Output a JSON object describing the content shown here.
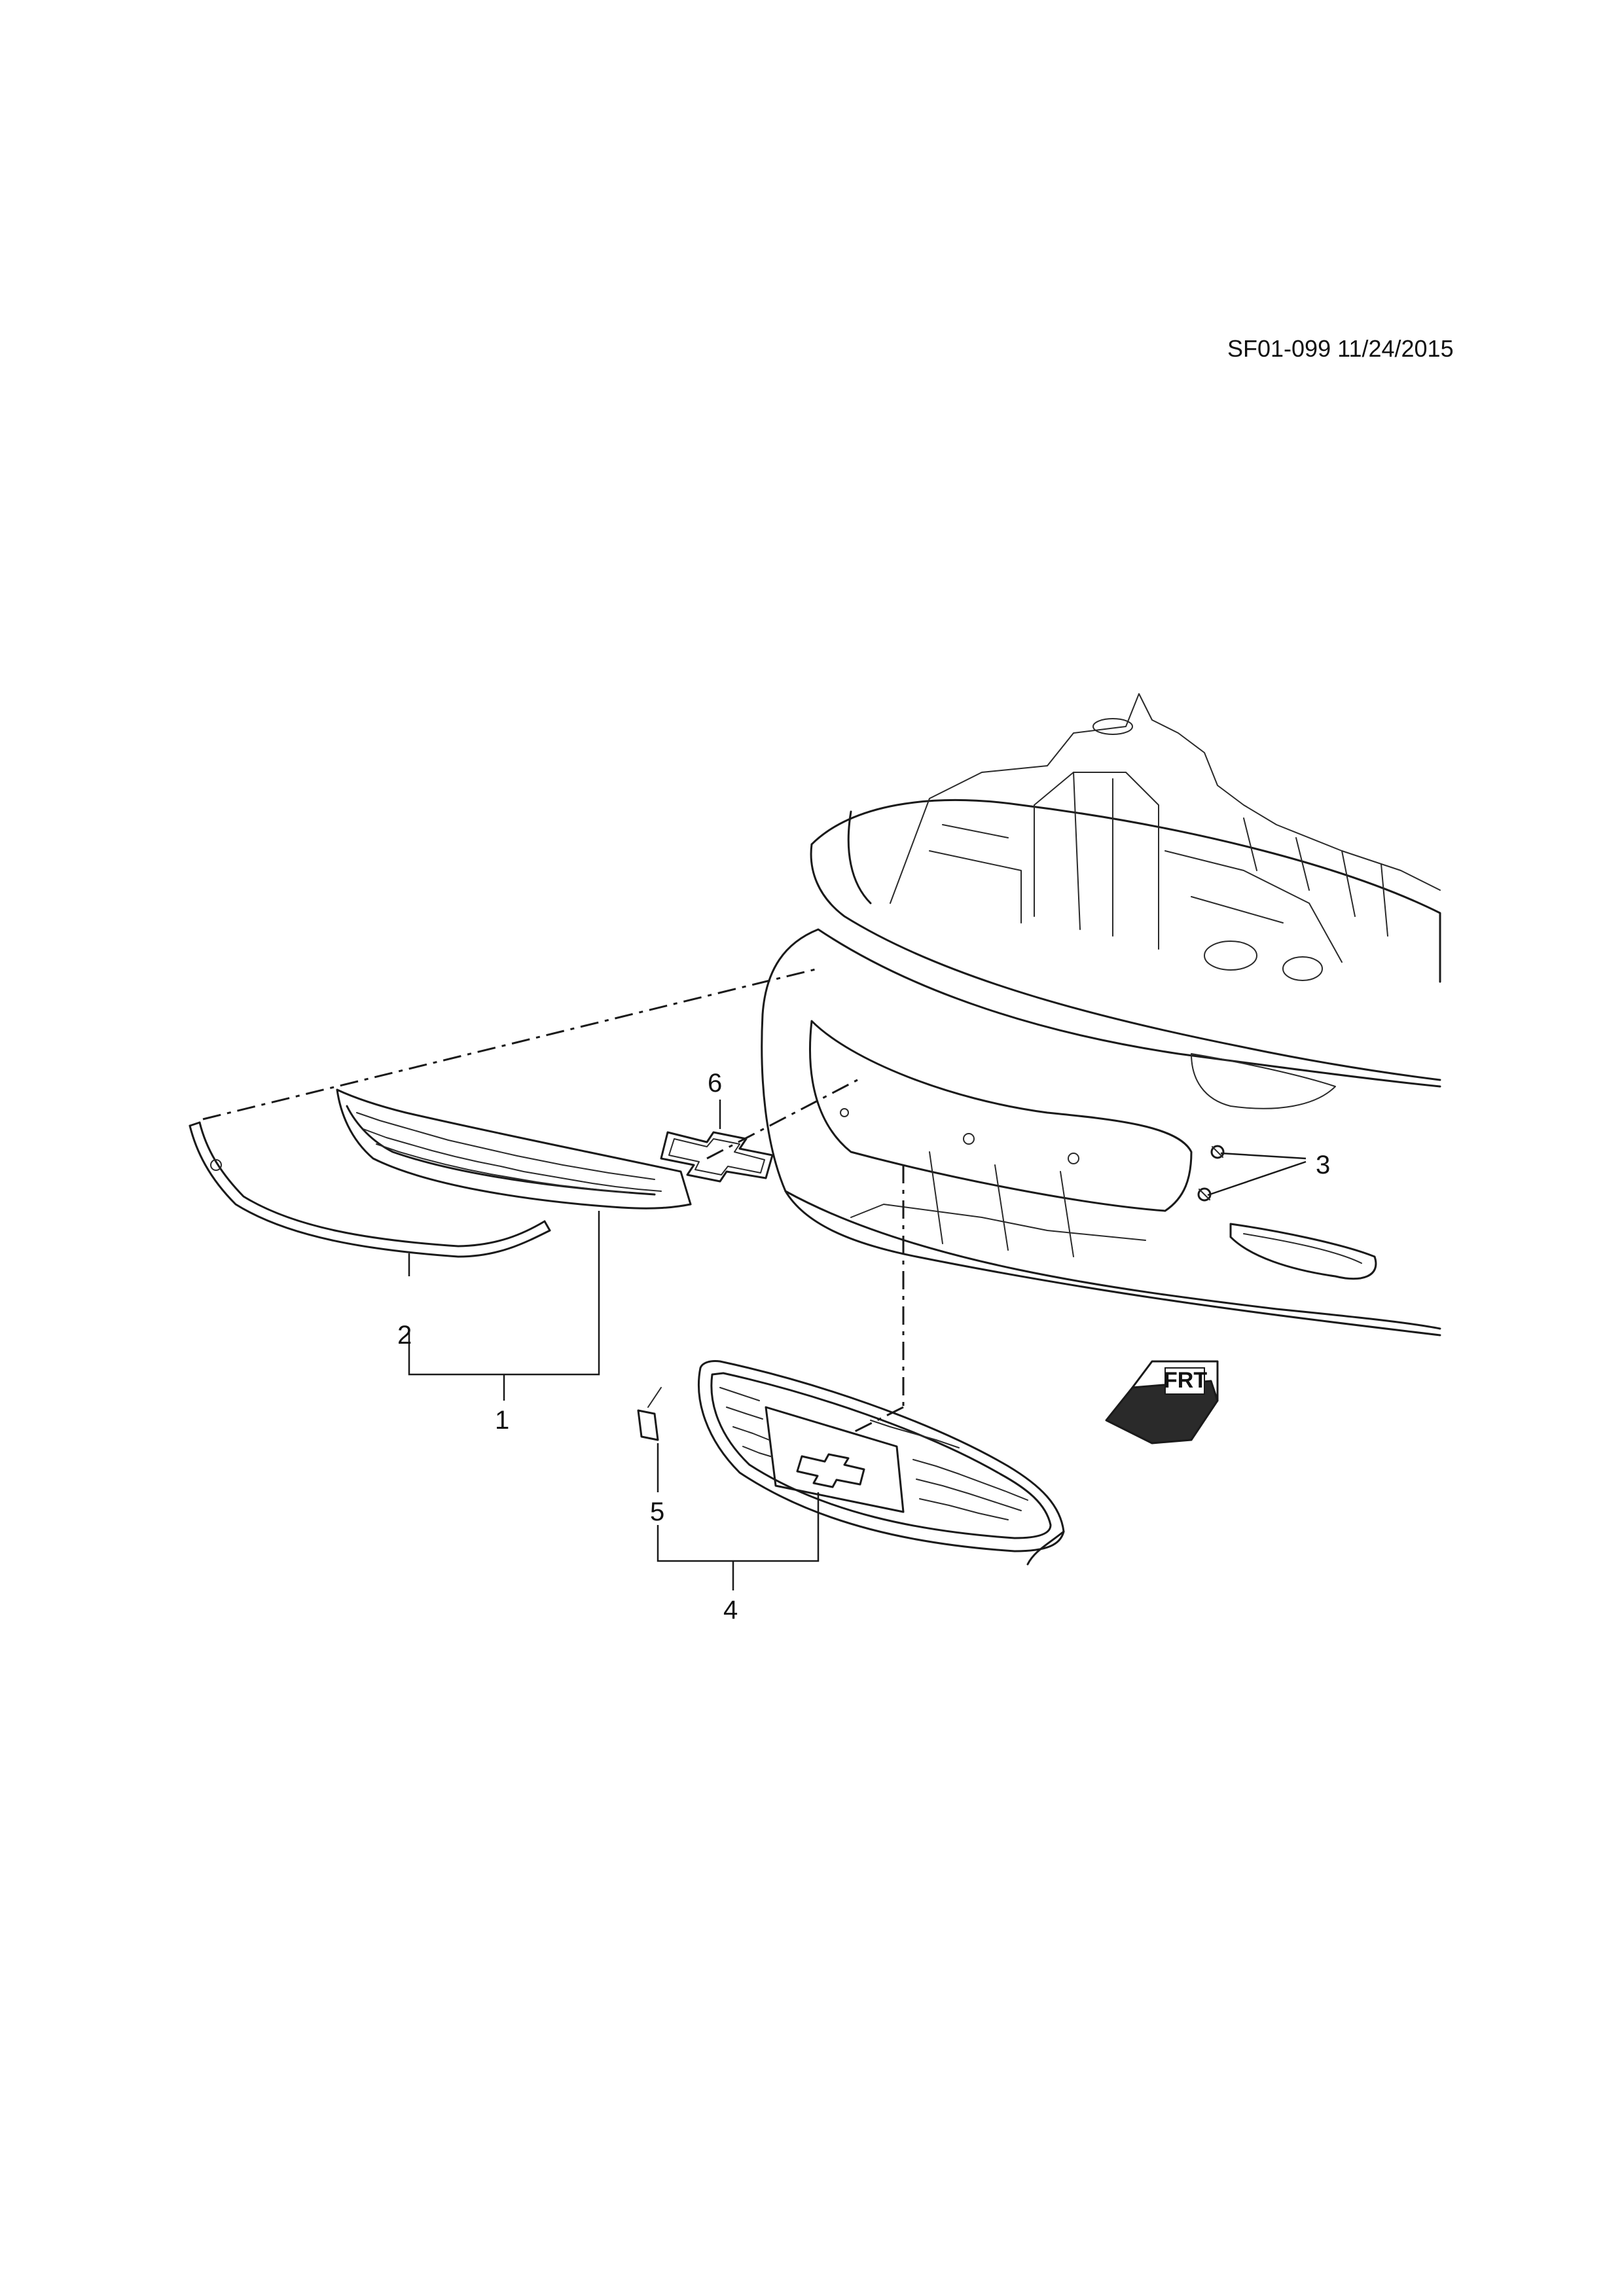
{
  "document": {
    "reference": "SF01-099 11/24/2015"
  },
  "callouts": [
    {
      "id": "1",
      "text": "1"
    },
    {
      "id": "2",
      "text": "2"
    },
    {
      "id": "3",
      "text": "3"
    },
    {
      "id": "4",
      "text": "4"
    },
    {
      "id": "5",
      "text": "5"
    },
    {
      "id": "6",
      "text": "6"
    }
  ],
  "direction_arrow": {
    "text": "FRT"
  },
  "colors": {
    "ink": "#1a1a1a",
    "background": "#ffffff"
  }
}
